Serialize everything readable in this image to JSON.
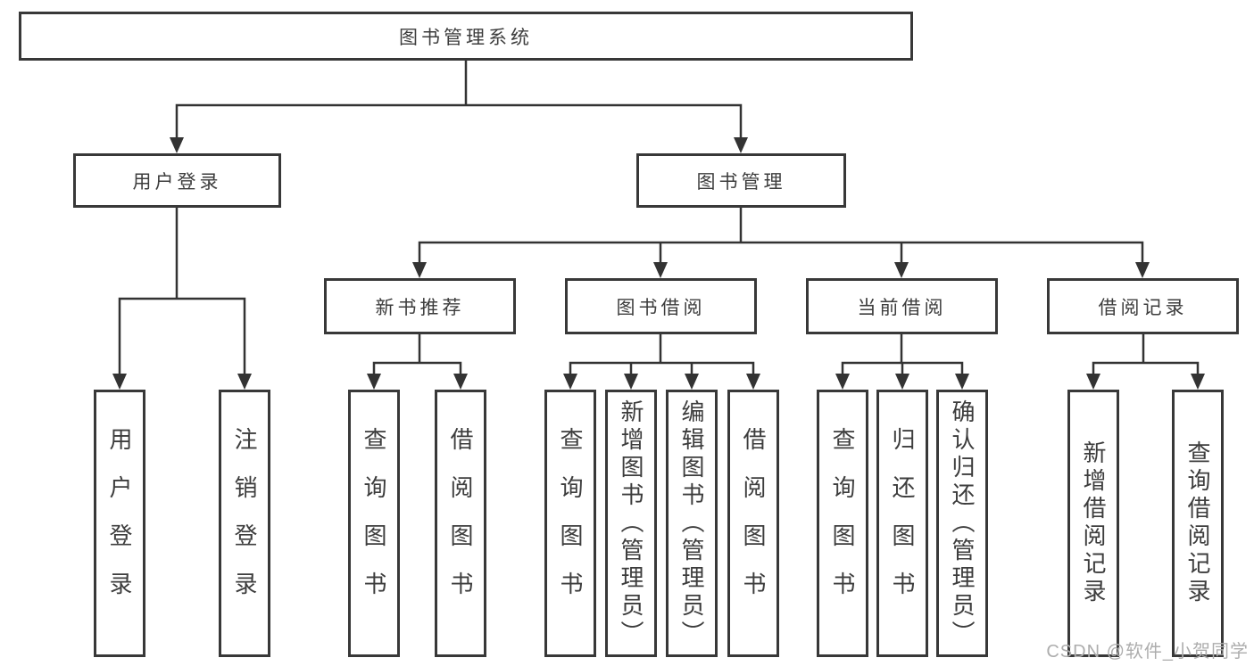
{
  "diagram": {
    "root": {
      "label": "图书管理系统"
    },
    "level1": [
      {
        "label": "用户登录"
      },
      {
        "label": "图书管理"
      }
    ],
    "level2": [
      {
        "parent": "图书管理",
        "label": "新书推荐"
      },
      {
        "parent": "图书管理",
        "label": "图书借阅"
      },
      {
        "parent": "图书管理",
        "label": "当前借阅"
      },
      {
        "parent": "图书管理",
        "label": "借阅记录"
      }
    ],
    "leaves": [
      {
        "parent": "用户登录",
        "label": "用户登录"
      },
      {
        "parent": "用户登录",
        "label": "注销登录"
      },
      {
        "parent": "新书推荐",
        "label": "查询图书"
      },
      {
        "parent": "新书推荐",
        "label": "借阅图书"
      },
      {
        "parent": "图书借阅",
        "label": "查询图书"
      },
      {
        "parent": "图书借阅",
        "label": "新增图书（管理员）"
      },
      {
        "parent": "图书借阅",
        "label": "编辑图书（管理员）"
      },
      {
        "parent": "图书借阅",
        "label": "借阅图书"
      },
      {
        "parent": "当前借阅",
        "label": "查询图书"
      },
      {
        "parent": "当前借阅",
        "label": "归还图书"
      },
      {
        "parent": "当前借阅",
        "label": "确认归还（管理员）"
      },
      {
        "parent": "借阅记录",
        "label": "新增借阅记录"
      },
      {
        "parent": "借阅记录",
        "label": "查询借阅记录"
      }
    ]
  },
  "watermark": {
    "text": "CSDN @软件_小贺同学"
  },
  "colors": {
    "line": "#333333",
    "border": "#383838",
    "text": "#3d3d3d",
    "watermark": "#adadad",
    "background": "#ffffff"
  }
}
